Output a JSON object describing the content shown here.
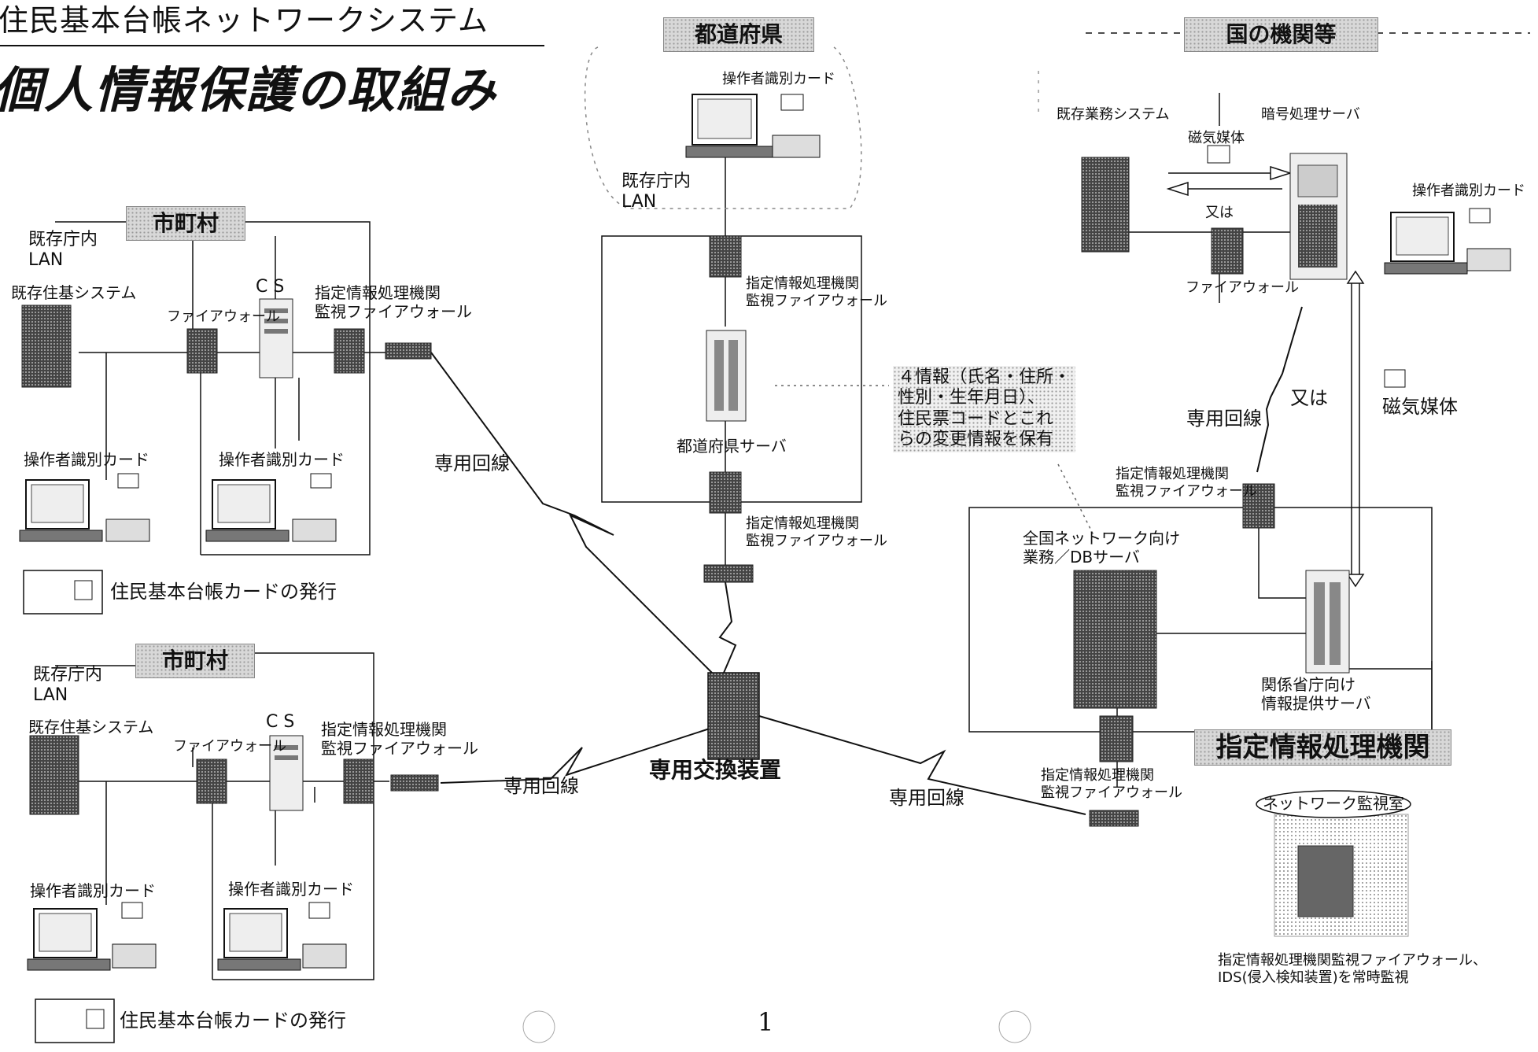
{
  "title": {
    "line1": "住民基本台帳ネットワークシステム",
    "line2": "個人情報保護の取組み"
  },
  "prefecture": {
    "heading": "都道府県",
    "card_label": "操作者識別カード",
    "lan_label": "既存庁内\nLAN",
    "firewall_label": "指定情報処理機関\n監視ファイアウォール",
    "server_label": "都道府県サーバ",
    "firewall_label_2": "指定情報処理機関\n監視ファイアウォール"
  },
  "note_4info": "４情報（氏名・住所・\n性別・生年月日）、\n住民票コードとこれ\nらの変更情報を保有",
  "municipality_top": {
    "heading": "市町村",
    "lan_label": "既存庁内\nLAN",
    "system_label": "既存住基システム",
    "firewall_label": "ファイアウォール",
    "cs_label": "C S",
    "monitor_fw_label": "指定情報処理機関\n監視ファイアウォール",
    "card_label_1": "操作者識別カード",
    "card_label_2": "操作者識別カード",
    "issue_label": "住民基本台帳カードの発行"
  },
  "municipality_bottom": {
    "heading": "市町村",
    "lan_label": "既存庁内\nLAN",
    "system_label": "既存住基システム",
    "firewall_label": "ファイアウォール",
    "cs_label": "C S",
    "monitor_fw_label": "指定情報処理機関\n監視ファイアウォール",
    "card_label_1": "操作者識別カード",
    "card_label_2": "操作者識別カード",
    "issue_label": "住民基本台帳カードの発行"
  },
  "lines": {
    "dedicated_1": "専用回線",
    "dedicated_2": "専用回線",
    "dedicated_3": "専用回線",
    "dedicated_4": "専用回線",
    "or": "又は"
  },
  "exchange_label": "専用交換装置",
  "national": {
    "heading": "国の機関等",
    "existing_system": "既存業務システム",
    "crypto_server": "暗号処理サーバ",
    "magnetic_top": "磁気媒体",
    "or_small": "又は",
    "firewall_label": "ファイアウォール",
    "card_label": "操作者識別カード",
    "magnetic_right": "磁気媒体"
  },
  "agency": {
    "heading": "指定情報処理機関",
    "fw_top_label": "指定情報処理機関\n監視ファイアウォール",
    "db_server_label": "全国ネットワーク向け\n業務／DBサーバ",
    "info_server_label": "関係省庁向け\n情報提供サーバ",
    "fw_bottom_label": "指定情報処理機関\n監視ファイアウォール",
    "monitor_room": "ネットワーク監視室",
    "monitor_note": "指定情報処理機関監視ファイアウォール、\nIDS(侵入検知装置)を常時監視"
  },
  "page_number": "1",
  "colors": {
    "ink": "#111111",
    "equipment_fill": "#555555",
    "heading_bg": "#d8d8d8"
  }
}
